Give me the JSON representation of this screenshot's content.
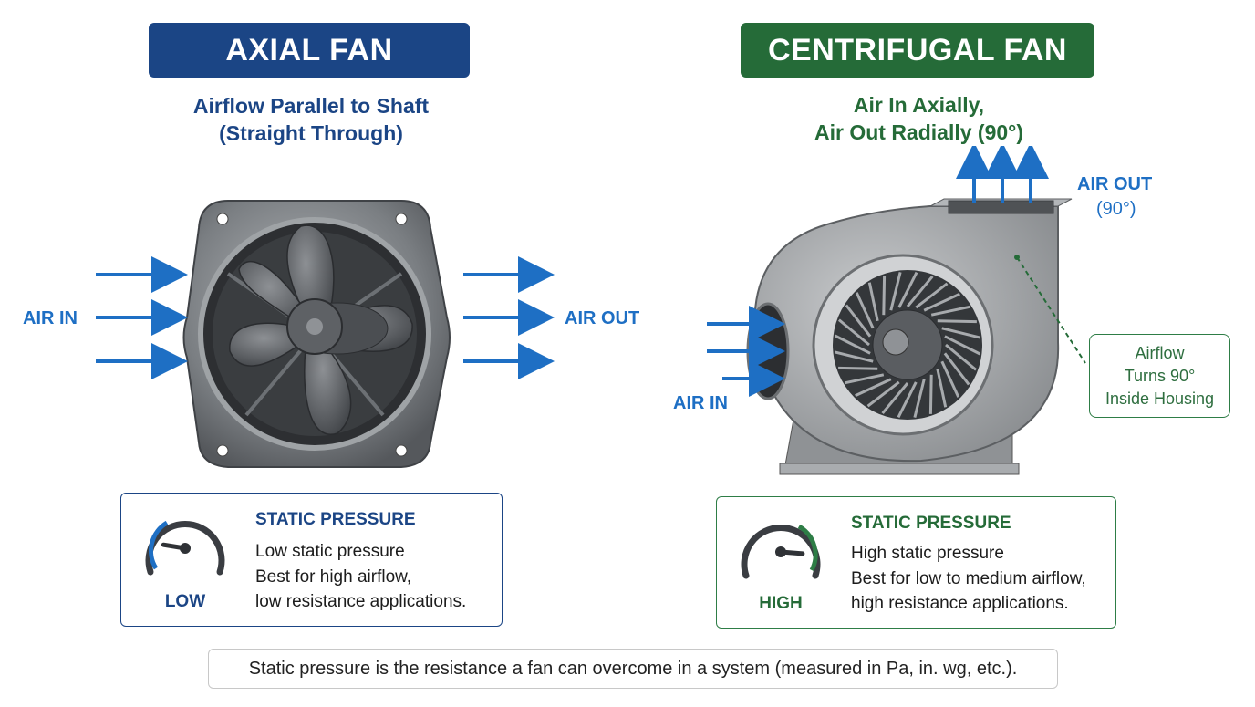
{
  "colors": {
    "axial_blue": "#1b4585",
    "centrifugal_green": "#256b38",
    "arrow_blue": "#1e6fc4"
  },
  "axial": {
    "title": "AXIAL FAN",
    "subtitle_line1": "Airflow Parallel to Shaft",
    "subtitle_line2": "(Straight Through)",
    "air_in": "AIR IN",
    "air_out": "AIR OUT",
    "pressure": {
      "heading": "STATIC PRESSURE",
      "line1": "Low static pressure",
      "line2": "Best for high airflow,",
      "line3": "low resistance applications.",
      "gauge_label": "LOW",
      "gauge_level": 0.2
    }
  },
  "centrifugal": {
    "title": "CENTRIFUGAL FAN",
    "subtitle_line1": "Air In Axially,",
    "subtitle_line2": "Air Out Radially (90°)",
    "air_in": "AIR IN",
    "air_out": "AIR OUT",
    "air_out_angle": "(90°)",
    "note_line1": "Airflow",
    "note_line2": "Turns 90°",
    "note_line3": "Inside Housing",
    "pressure": {
      "heading": "STATIC PRESSURE",
      "line1": "High static pressure",
      "line2": "Best for low to medium airflow,",
      "line3": "high resistance applications.",
      "gauge_label": "HIGH",
      "gauge_level": 0.85
    }
  },
  "footer": "Static pressure is the resistance a fan can overcome in a system (measured in Pa, in. wg, etc.)."
}
